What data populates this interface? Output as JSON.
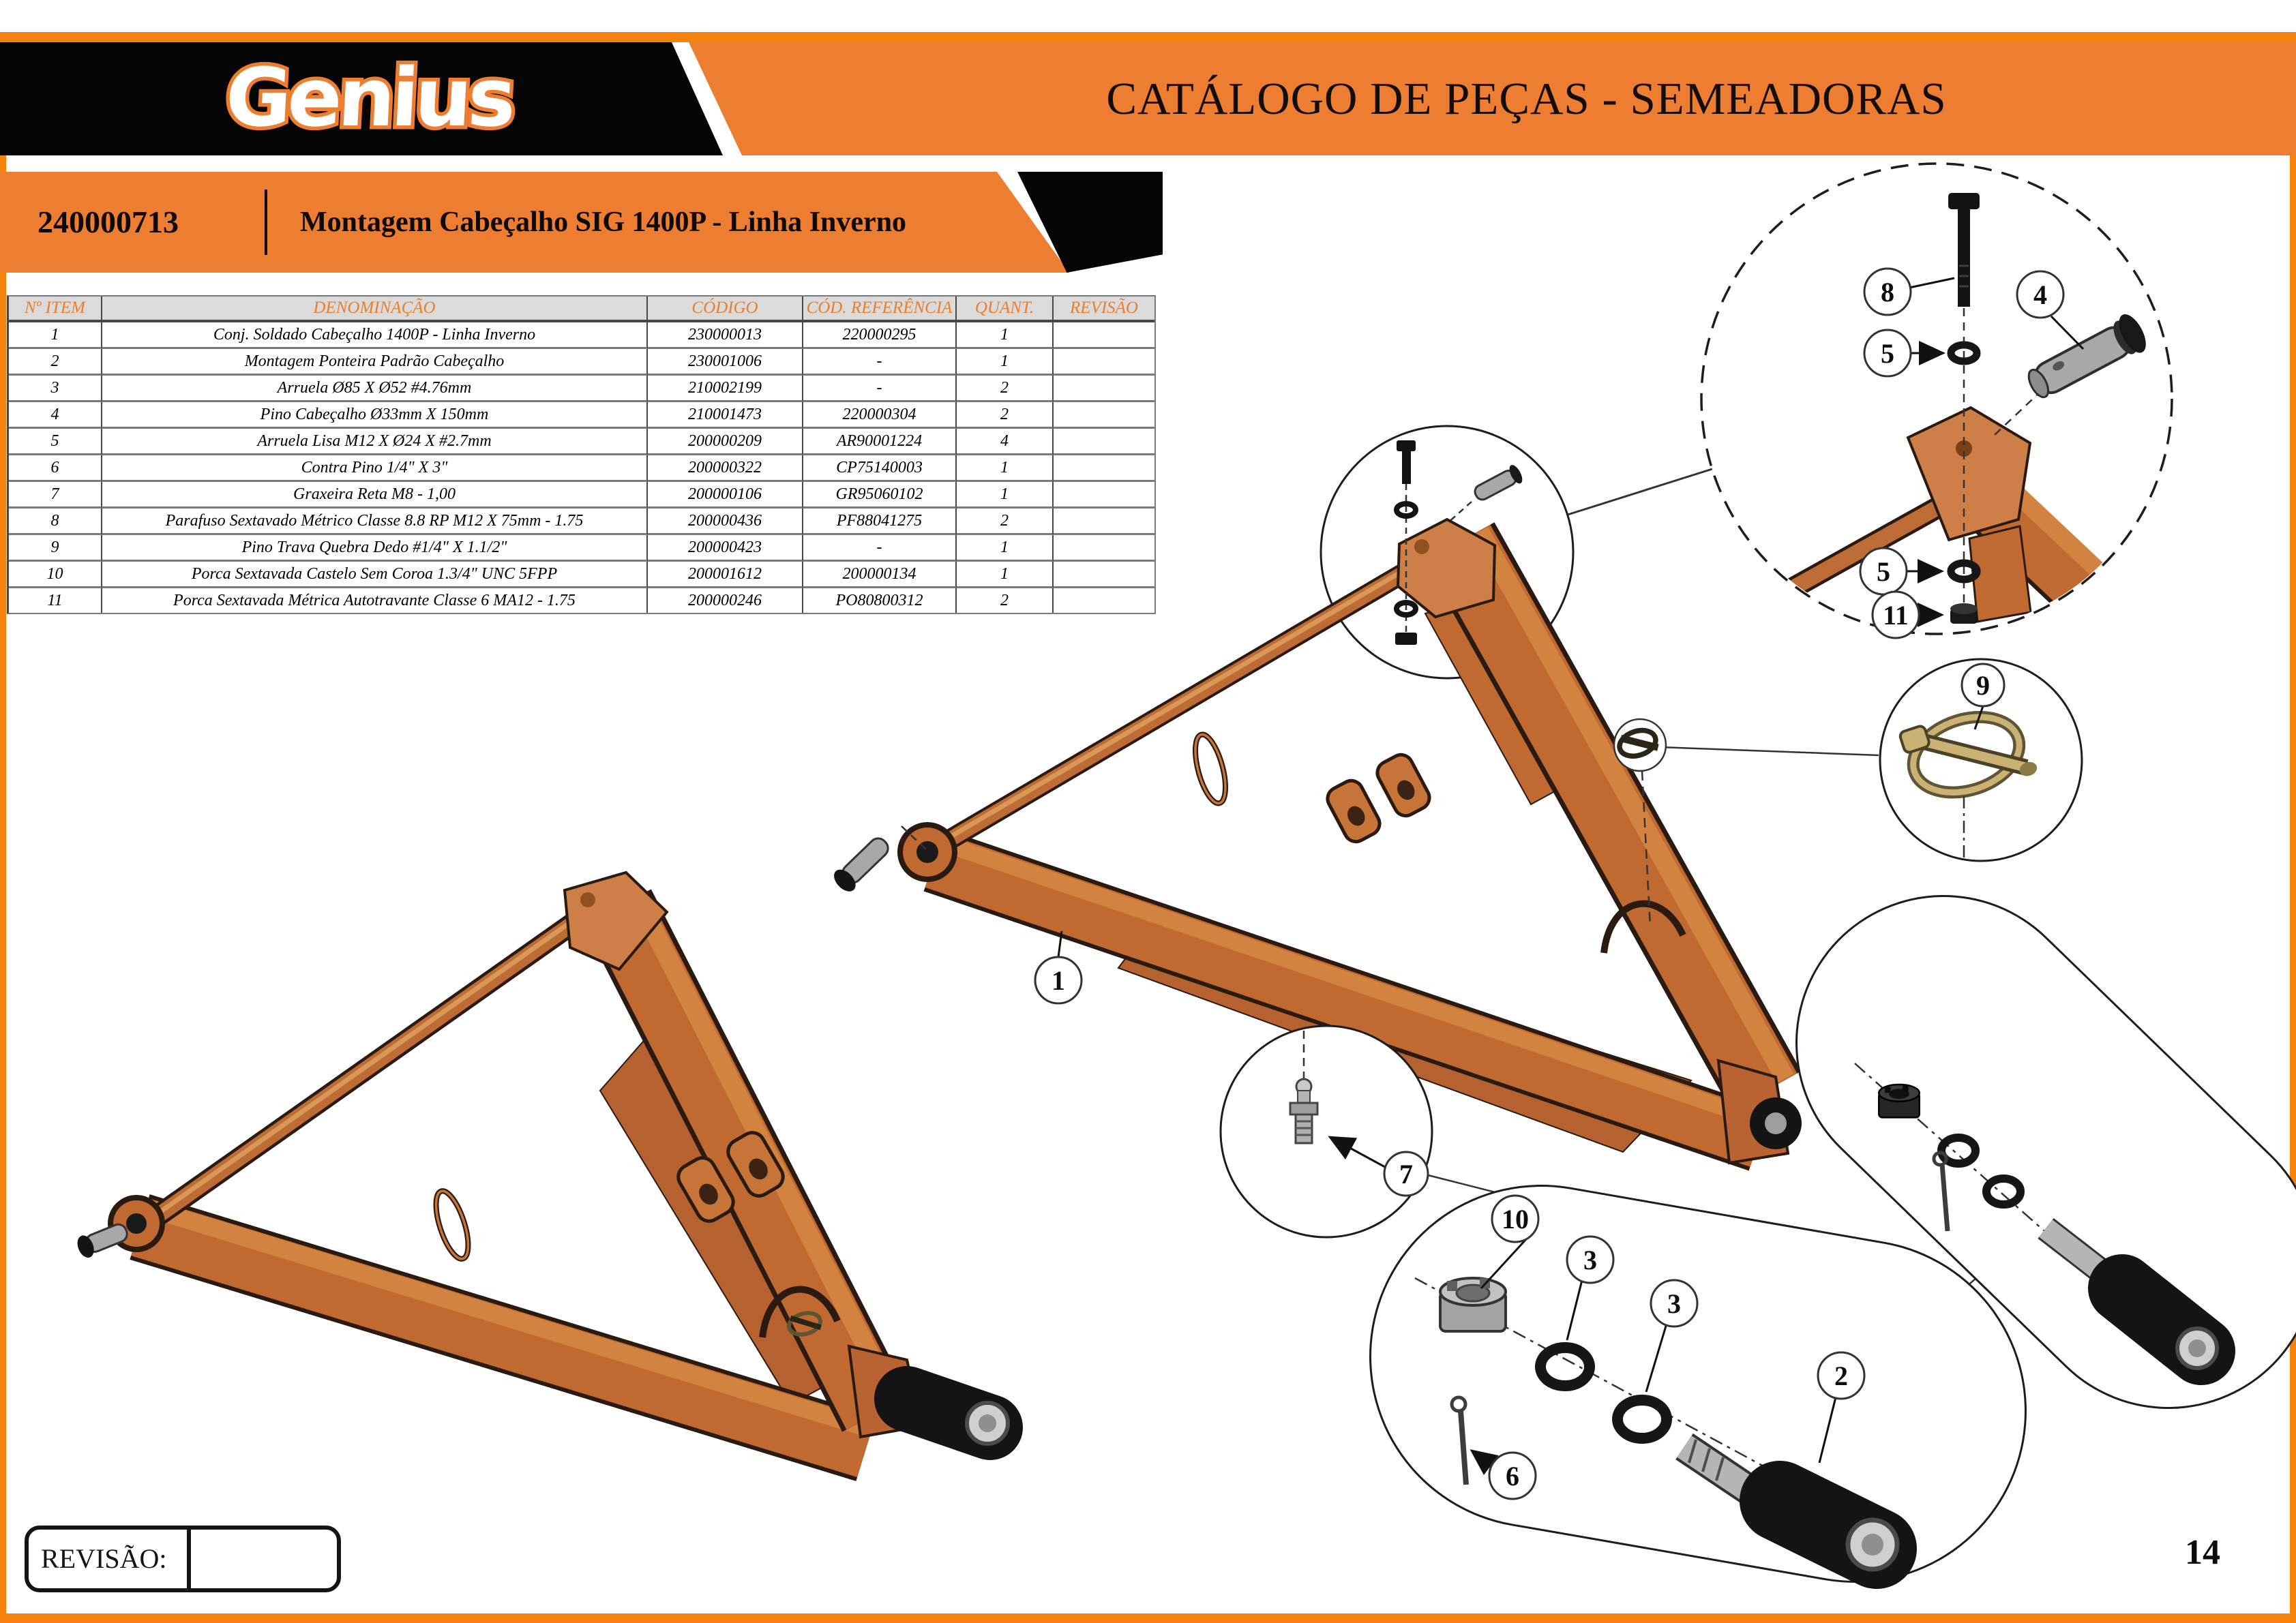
{
  "page": {
    "title": "CATÁLOGO DE PEÇAS - SEMEADORAS",
    "logo": "Genius",
    "page_number": "14",
    "revision_label": "REVISÃO:"
  },
  "banner": {
    "code": "240000713",
    "title": "Montagem Cabeçalho SIG 1400P - Linha Inverno"
  },
  "colors": {
    "accent_orange": "#ED7D31",
    "strip_orange": "#F5820D",
    "band_black": "#050505",
    "table_header_text": "#E87E2E",
    "frame_orange": "#C06A32",
    "pin_gray": "#A8A8A8",
    "lynch_brass": "#C9B274"
  },
  "table": {
    "columns": [
      "Nº ITEM",
      "DENOMINAÇÃO",
      "CÓDIGO",
      "CÓD. REFERÊNCIA",
      "QUANT.",
      "REVISÃO"
    ],
    "rows": [
      {
        "item": "1",
        "denomination": "Conj. Soldado Cabeçalho 1400P - Linha Inverno",
        "code": "230000013",
        "ref": "220000295",
        "qty": "1",
        "rev": ""
      },
      {
        "item": "2",
        "denomination": "Montagem Ponteira Padrão Cabeçalho",
        "code": "230001006",
        "ref": "-",
        "qty": "1",
        "rev": ""
      },
      {
        "item": "3",
        "denomination": "Arruela Ø85 X Ø52 #4.76mm",
        "code": "210002199",
        "ref": "-",
        "qty": "2",
        "rev": ""
      },
      {
        "item": "4",
        "denomination": "Pino Cabeçalho Ø33mm X 150mm",
        "code": "210001473",
        "ref": "220000304",
        "qty": "2",
        "rev": ""
      },
      {
        "item": "5",
        "denomination": "Arruela Lisa M12 X Ø24 X #2.7mm",
        "code": "200000209",
        "ref": "AR90001224",
        "qty": "4",
        "rev": ""
      },
      {
        "item": "6",
        "denomination": "Contra Pino 1/4\" X 3\"",
        "code": "200000322",
        "ref": "CP75140003",
        "qty": "1",
        "rev": ""
      },
      {
        "item": "7",
        "denomination": "Graxeira Reta M8 - 1,00",
        "code": "200000106",
        "ref": "GR95060102",
        "qty": "1",
        "rev": ""
      },
      {
        "item": "8",
        "denomination": "Parafuso Sextavado Métrico Classe 8.8 RP M12 X 75mm - 1.75",
        "code": "200000436",
        "ref": "PF88041275",
        "qty": "2",
        "rev": ""
      },
      {
        "item": "9",
        "denomination": "Pino Trava Quebra Dedo #1/4\" X 1.1/2\"",
        "code": "200000423",
        "ref": "-",
        "qty": "1",
        "rev": ""
      },
      {
        "item": "10",
        "denomination": "Porca Sextavada Castelo Sem Coroa 1.3/4\" UNC 5FPP",
        "code": "200001612",
        "ref": "200000134",
        "qty": "1",
        "rev": ""
      },
      {
        "item": "11",
        "denomination": "Porca Sextavada Métrica Autotravante Classe 6 MA12 - 1.75",
        "code": "200000246",
        "ref": "PO80800312",
        "qty": "2",
        "rev": ""
      }
    ]
  },
  "callouts": {
    "c1": "1",
    "c2": "2",
    "c3a": "3",
    "c3b": "3",
    "c4": "4",
    "c5a": "5",
    "c5b": "5",
    "c6": "6",
    "c7": "7",
    "c8": "8",
    "c9": "9",
    "c10": "10",
    "c11": "11"
  }
}
